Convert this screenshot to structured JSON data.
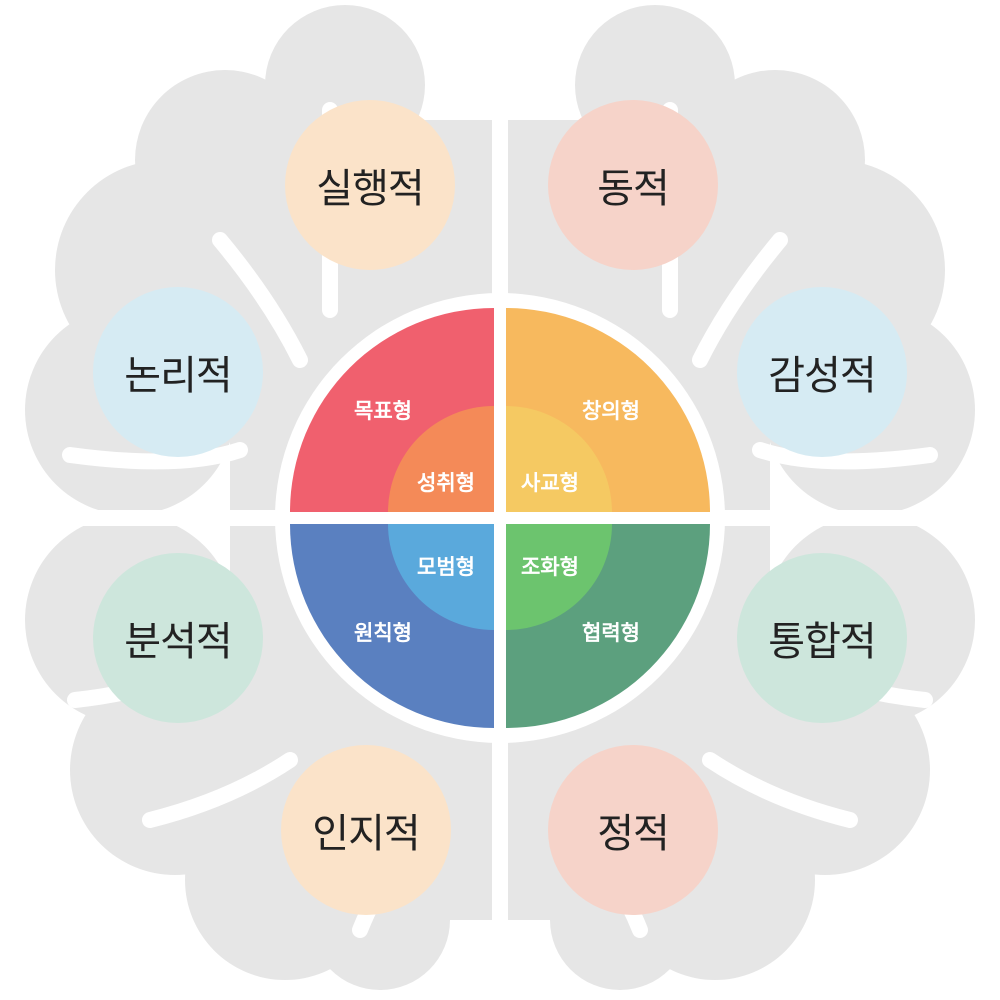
{
  "traits": {
    "top_left": "실행적",
    "top_right": "동적",
    "upper_left": "논리적",
    "upper_right": "감성적",
    "lower_left": "분석적",
    "lower_right": "통합적",
    "bottom_left": "인지적",
    "bottom_right": "정적"
  },
  "wheel": {
    "outer": {
      "top_left": "목표형",
      "top_right": "창의형",
      "bottom_left": "원칙형",
      "bottom_right": "협력형"
    },
    "inner": {
      "top_left": "성취형",
      "top_right": "사교형",
      "bottom_left": "모범형",
      "bottom_right": "조화형"
    }
  },
  "colors": {
    "brain": "#e6e6e6",
    "outer_top_left": "#f0606e",
    "outer_top_right": "#f7b95e",
    "outer_bottom_left": "#5a80c0",
    "outer_bottom_right": "#5ca07e",
    "inner_top_left": "#f48a58",
    "inner_top_right": "#f5c962",
    "inner_bottom_left": "#5aa9dc",
    "inner_bottom_right": "#6cc46e"
  },
  "icons": [
    "brain-icon"
  ]
}
